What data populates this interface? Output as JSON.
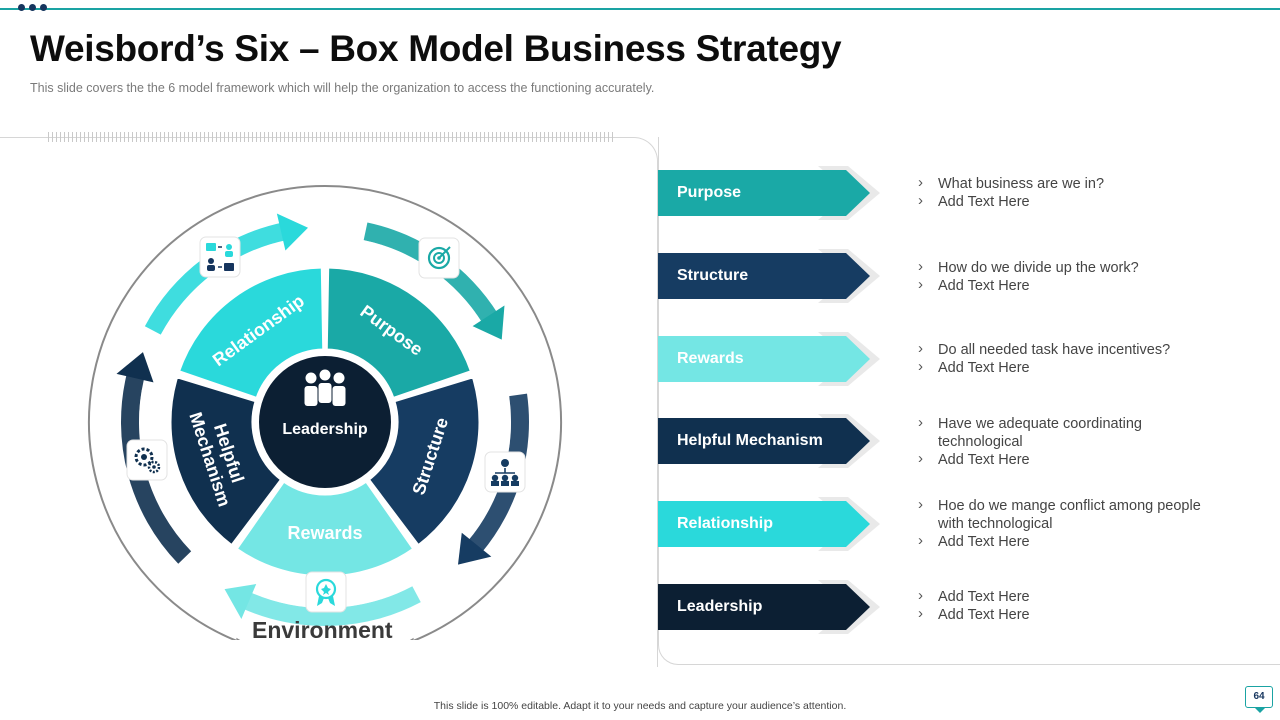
{
  "slide": {
    "title": "Weisbord’s Six – Box Model Business Strategy",
    "subtitle": "This slide covers the the 6 model framework which will help the organization to access the functioning accurately.",
    "footer": "This slide is 100% editable. Adapt it to your needs and capture your audience’s attention.",
    "page_number": "64"
  },
  "wheel": {
    "center_label": "Leadership",
    "outer_label": "Environment",
    "segments": [
      {
        "label": "Purpose",
        "color": "#1aa9a6"
      },
      {
        "label": "Structure",
        "color": "#163c62"
      },
      {
        "label": "Rewards",
        "color": "#74e6e4"
      },
      {
        "label": "Helpful Mechanism",
        "color": "#10304f"
      },
      {
        "label": "Relationship",
        "color": "#2ad9db"
      }
    ],
    "icons": [
      "target-icon",
      "org-chart-icon",
      "award-icon",
      "gears-icon",
      "people-exchange-icon"
    ]
  },
  "items": [
    {
      "label": "Purpose",
      "color": "#1aa9a6",
      "lines": [
        "What business are we in?",
        "Add Text Here"
      ]
    },
    {
      "label": "Structure",
      "color": "#163c62",
      "lines": [
        "How do we divide up the work?",
        "Add Text Here"
      ]
    },
    {
      "label": "Rewards",
      "color": "#74e6e4",
      "lines": [
        "Do all needed task have incentives?",
        "Add Text Here"
      ]
    },
    {
      "label": "Helpful Mechanism",
      "color": "#10304f",
      "lines": [
        "Have we adequate coordinating technological",
        "Add Text Here"
      ]
    },
    {
      "label": "Relationship",
      "color": "#2ad9db",
      "lines": [
        "Hoe do we mange conflict among people with technological",
        "Add Text Here"
      ]
    },
    {
      "label": "Leadership",
      "color": "#0c1f33",
      "lines": [
        "Add Text Here",
        "Add Text Here"
      ]
    }
  ]
}
